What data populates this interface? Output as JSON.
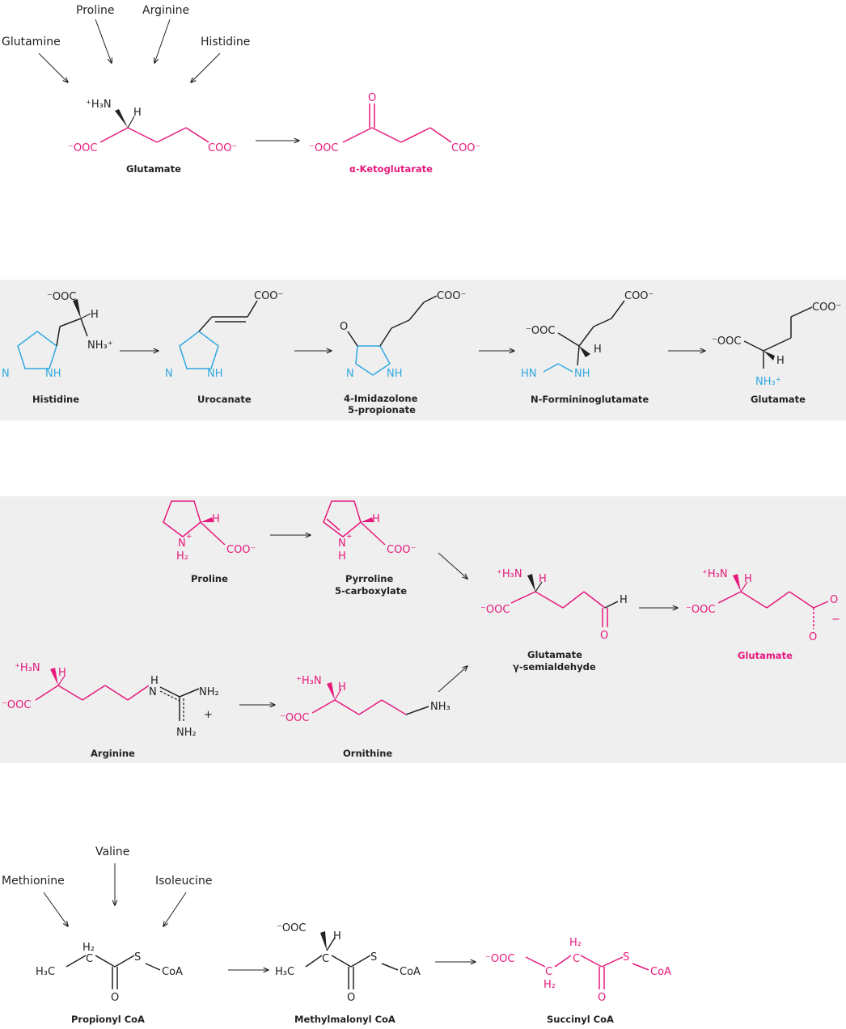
{
  "colors": {
    "magenta": "#e6197c",
    "cyan": "#2fa9e1",
    "ink": "#222222",
    "panel": "#efefef"
  },
  "panel1": {
    "sources": [
      "Glutamine",
      "Proline",
      "Arginine",
      "Histidine"
    ],
    "glutamate_label": "Glutamate",
    "product_label": "α-Ketoglutarate"
  },
  "panel2": {
    "labels": [
      "Histidine",
      "Urocanate",
      "4-Imidazolone",
      "5-propionate",
      "N-Formininoglutamate",
      "Glutamate"
    ]
  },
  "panel3": {
    "labels": [
      "Proline",
      "Pyrroline",
      "5-carboxylate",
      "Glutamate",
      "γ-semialdehyde",
      "Glutamate",
      "Arginine",
      "Ornithine"
    ]
  },
  "panel4": {
    "sources": [
      "Valine",
      "Methionine",
      "Isoleucine"
    ],
    "labels": [
      "Propionyl CoA",
      "Methylmalonyl CoA",
      "Succinyl CoA"
    ]
  }
}
